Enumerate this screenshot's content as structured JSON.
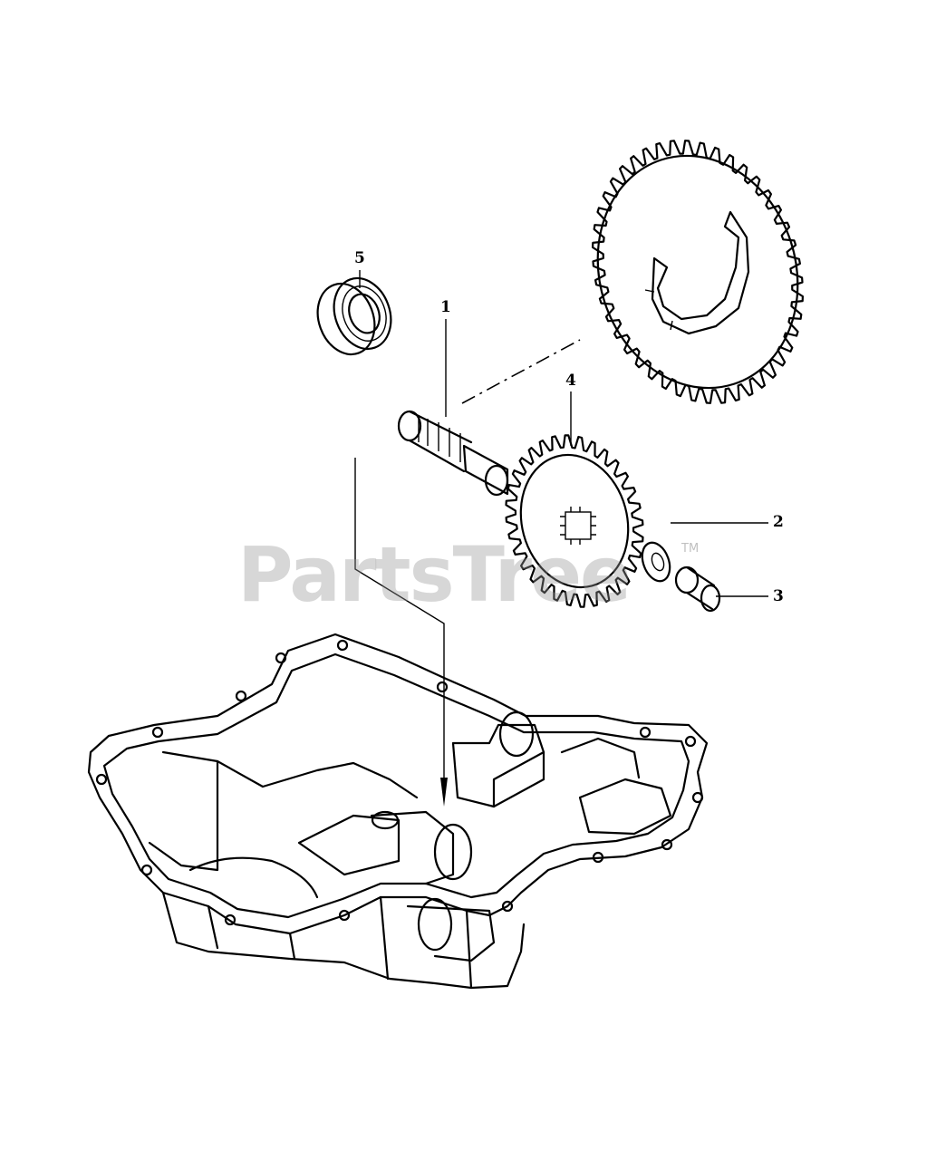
{
  "callouts": {
    "part_1": "1",
    "part_2": "2",
    "part_3": "3",
    "part_4": "4",
    "part_5": "5"
  },
  "watermark": {
    "brand": "PartsTree",
    "trademark": "TM"
  },
  "colors": {
    "line": "#000000",
    "background": "#ffffff",
    "watermark": "#969696"
  }
}
